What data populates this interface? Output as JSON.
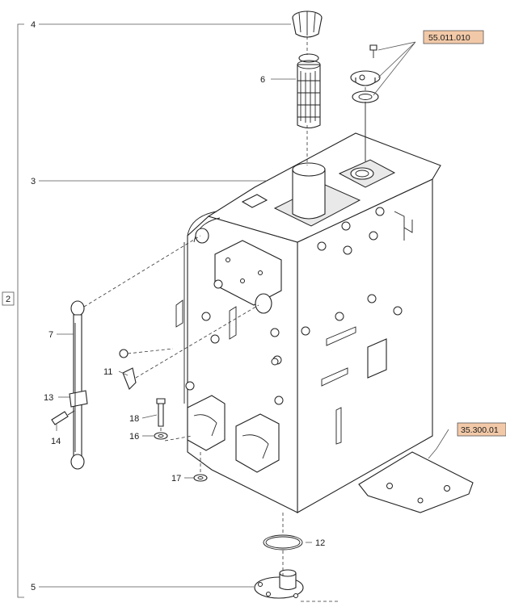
{
  "callouts": {
    "c4": "4",
    "c6": "6",
    "c3": "3",
    "c2": "2",
    "c7": "7",
    "c11": "11",
    "c13": "13",
    "c14": "14",
    "c18": "18",
    "c16": "16",
    "c17": "17",
    "c12": "12",
    "c5": "5"
  },
  "references": {
    "ref_top": "55.011.010",
    "ref_right": "35.300.01"
  },
  "colors": {
    "ref_box_fill": "#f2c9a8",
    "line": "#222222"
  }
}
